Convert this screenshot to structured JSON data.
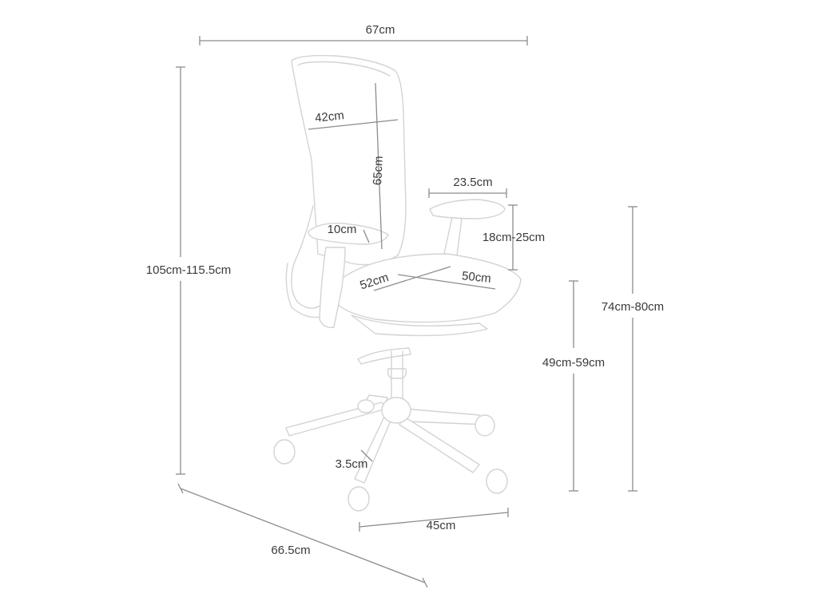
{
  "dimensions": {
    "overall_width": "67cm",
    "overall_height": "105cm-115.5cm",
    "base_depth": "66.5cm",
    "backrest_width": "42cm",
    "backrest_height": "65cm",
    "lumbar_depth": "10cm",
    "armrest_width": "23.5cm",
    "armrest_height_adjust": "18cm-25cm",
    "seat_depth": "52cm",
    "seat_width": "50cm",
    "seat_height": "49cm-59cm",
    "armrest_floor_height": "74cm-80cm",
    "caster_size": "3.5cm",
    "base_width": "45cm"
  },
  "colors": {
    "dimension_line": "#8c8c8c",
    "chair_outline": "#d3d3d3",
    "text": "#3a3a3a"
  }
}
